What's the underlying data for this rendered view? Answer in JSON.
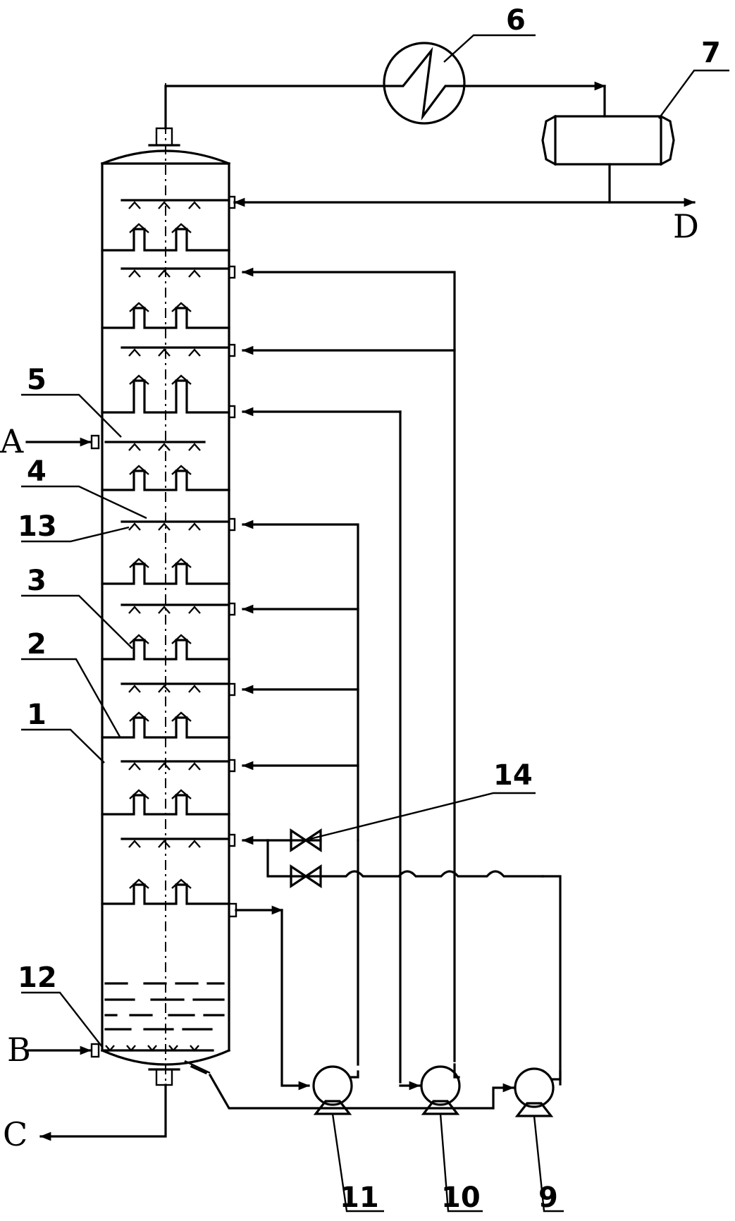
{
  "streams": {
    "A": "A",
    "B": "B",
    "C": "C",
    "D": "D"
  },
  "labels": {
    "l1": "1",
    "l2": "2",
    "l3": "3",
    "l4": "4",
    "l5": "5",
    "l6": "6",
    "l7": "7",
    "l9": "9",
    "l10": "10",
    "l11": "11",
    "l12": "12",
    "l13": "13",
    "l14": "14"
  },
  "icons": {
    "heat_exchanger": "heat-exchanger-icon",
    "receiver_drum": "reflux-drum-icon",
    "pump": "centrifugal-pump-icon",
    "valve": "gate-valve-icon"
  }
}
